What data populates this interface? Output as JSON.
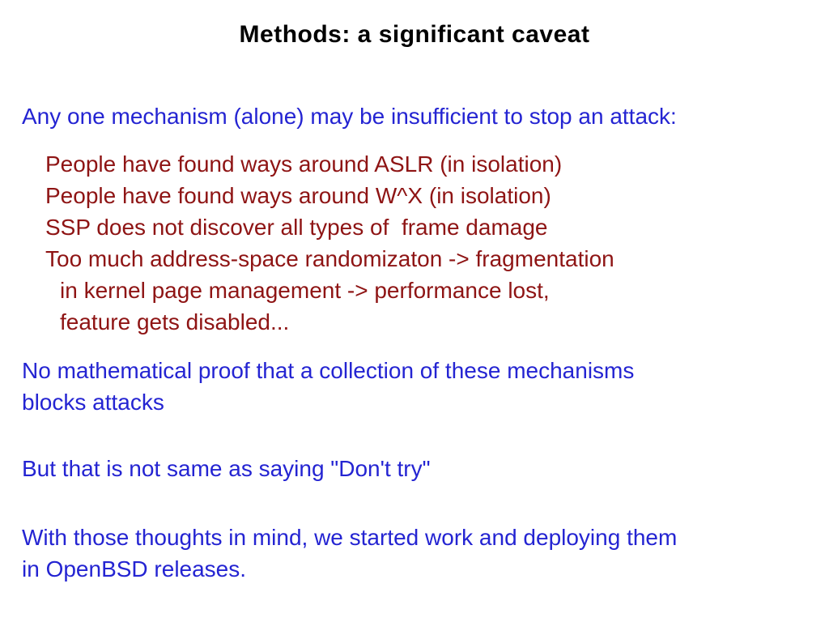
{
  "slide": {
    "title": "Methods: a significant caveat",
    "intro": "Any one mechanism (alone) may be insufficient to stop an attack:",
    "bullets": [
      {
        "text": "People have found ways around ASLR (in isolation)",
        "indent": 0
      },
      {
        "text": "People have found ways around W^X (in isolation)",
        "indent": 0
      },
      {
        "text": "SSP does not discover all types of  frame damage",
        "indent": 0
      },
      {
        "text": "Too much address-space randomizaton -> fragmentation",
        "indent": 0
      },
      {
        "text": "in kernel page management -> performance lost,",
        "indent": 1
      },
      {
        "text": "feature gets disabled...",
        "indent": 1
      }
    ],
    "paragraphs": [
      {
        "lines": [
          "No mathematical proof that a collection of these mechanisms",
          "blocks attacks"
        ]
      },
      {
        "lines": [
          "But that is not same as saying \"Don't try\""
        ]
      },
      {
        "lines": [
          "With those thoughts in mind, we started work and deploying them",
          "in OpenBSD releases."
        ]
      }
    ],
    "colors": {
      "background": "#ffffff",
      "title_black": "#000000",
      "body_blue": "#2424d2",
      "detail_red": "#8e1414"
    }
  }
}
